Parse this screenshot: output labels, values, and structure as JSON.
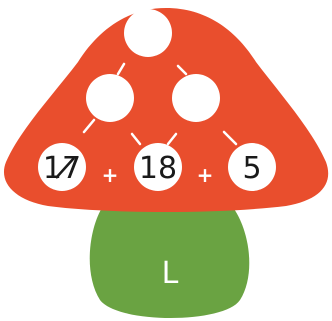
{
  "colors": {
    "cap": "#e94e2d",
    "stem": "#6aa342",
    "circle": "#ffffff",
    "text": "#1a1a1a"
  },
  "pyramid": {
    "top": "",
    "middle": [
      "",
      ""
    ],
    "bottom": [
      {
        "value": "17",
        "crossed": true
      },
      {
        "value": "18",
        "crossed": false
      },
      {
        "value": "5",
        "crossed": false
      }
    ],
    "operators": [
      "+",
      "+"
    ]
  },
  "stem_label": "L"
}
